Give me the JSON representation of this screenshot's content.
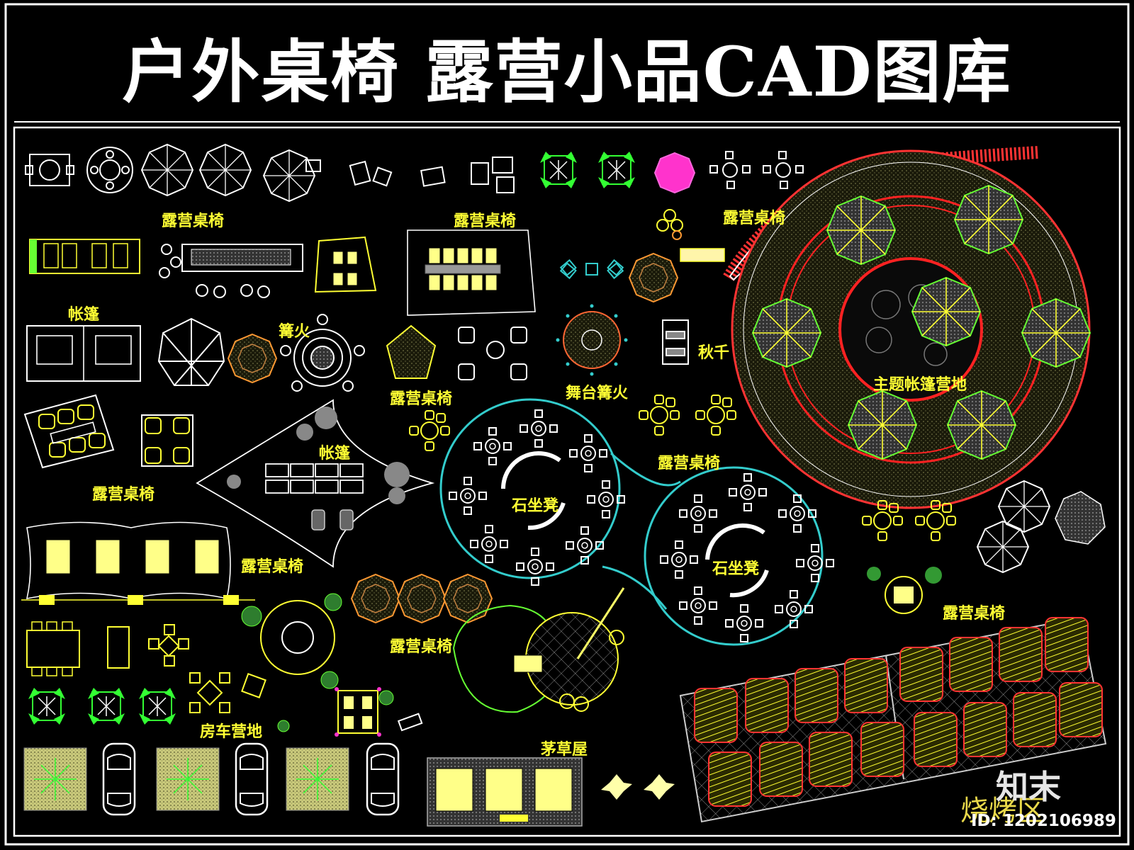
{
  "title": "户外桌椅  露营小品CAD图库",
  "labels": {
    "camp_table_1": "露营桌椅",
    "camp_table_2": "露营桌椅",
    "camp_table_3": "露营桌椅",
    "camp_table_4": "露营桌椅",
    "camp_table_5": "露营桌椅",
    "camp_table_6": "露营桌椅",
    "camp_table_7": "露营桌椅",
    "camp_table_8": "露营桌椅",
    "camp_table_9": "露营桌椅",
    "tent_1": "帐篷",
    "tent_2": "帐篷",
    "bonfire": "篝火",
    "stage": "舞台篝火",
    "swing": "秋千",
    "main_tent_site": "主题帐篷营地",
    "stone_seat_1": "石坐凳",
    "stone_seat_2": "石坐凳",
    "rv_camp": "房车营地",
    "thatch_house": "茅草屋",
    "bbq_area": "烧烤区"
  },
  "watermark": {
    "logo": "知末",
    "id": "ID: 1202106989"
  },
  "colors": {
    "background": "#000000",
    "frame": "#ffffff",
    "label": "#ffff33",
    "cyan": "#33cccc",
    "green": "#66ff33",
    "red": "#ff2222",
    "orange": "#ff9933",
    "magenta": "#ff33cc"
  }
}
